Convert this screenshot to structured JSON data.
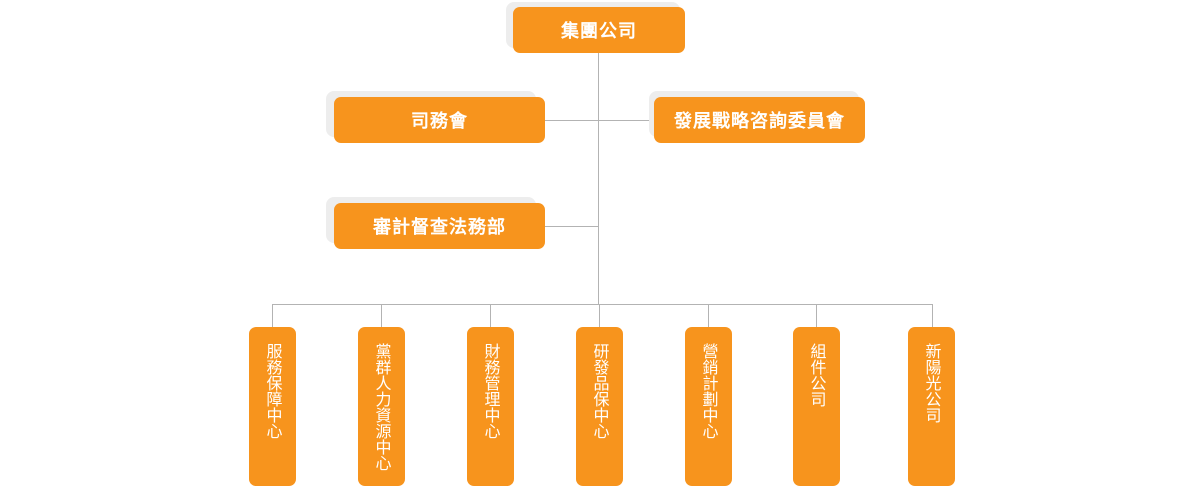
{
  "org_chart": {
    "root": {
      "label": "集團公司"
    },
    "left_branches": [
      {
        "label": "司務會"
      },
      {
        "label": "審計督查法務部"
      }
    ],
    "right_branches": [
      {
        "label": "發展戰略咨詢委員會"
      }
    ],
    "departments": [
      {
        "label": "服務保障中心"
      },
      {
        "label": "黨群人力資源中心"
      },
      {
        "label": "財務管理中心"
      },
      {
        "label": "研發品保中心"
      },
      {
        "label": "營銷計劃中心"
      },
      {
        "label": "組件公司"
      },
      {
        "label": "新陽光公司"
      }
    ],
    "colors": {
      "node_fill": "#f7941d",
      "node_text": "#ffffff",
      "connector": "#b3b3b3",
      "shadow": "#ededed"
    }
  }
}
